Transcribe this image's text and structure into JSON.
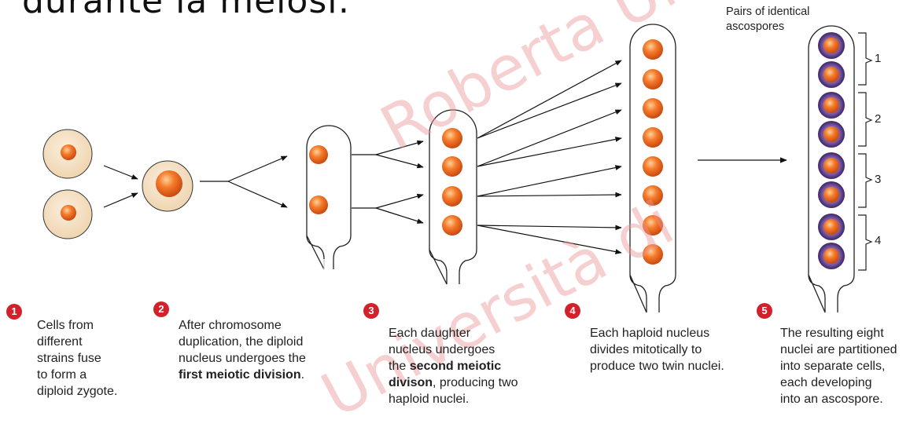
{
  "title": "durante la meiosi:",
  "watermark": {
    "line1": "Roberta Università di Ca",
    "line2": "Università di"
  },
  "pairs_label": "Pairs of identical\nascospores",
  "pair_numbers": [
    "1",
    "2",
    "3",
    "4"
  ],
  "steps": [
    {
      "number": "1",
      "text": "Cells from\ndifferent\nstrains fuse\nto form a\ndiploid zygote.",
      "bold": "",
      "after": ""
    },
    {
      "number": "2",
      "text": "After chromosome\nduplication, the diploid\nnucleus undergoes the\n",
      "bold": "first meiotic division",
      "after": "."
    },
    {
      "number": "3",
      "text": "Each daughter\nnucleus undergoes\nthe ",
      "bold": "second meiotic\ndivison",
      "after": ", producing two\nhaploid nuclei."
    },
    {
      "number": "4",
      "text": "Each haploid nucleus\ndivides mitotically to\nproduce two twin nuclei.",
      "bold": "",
      "after": ""
    },
    {
      "number": "5",
      "text": "The resulting eight\nnuclei are partitioned\ninto separate cells,\neach developing\ninto an ascospore.",
      "bold": "",
      "after": ""
    }
  ],
  "colors": {
    "nucleus": "#f26a21",
    "cell_fill": "#f4dfc3",
    "spore_ring": "#5b3a8c",
    "badge": "#d3212c"
  }
}
